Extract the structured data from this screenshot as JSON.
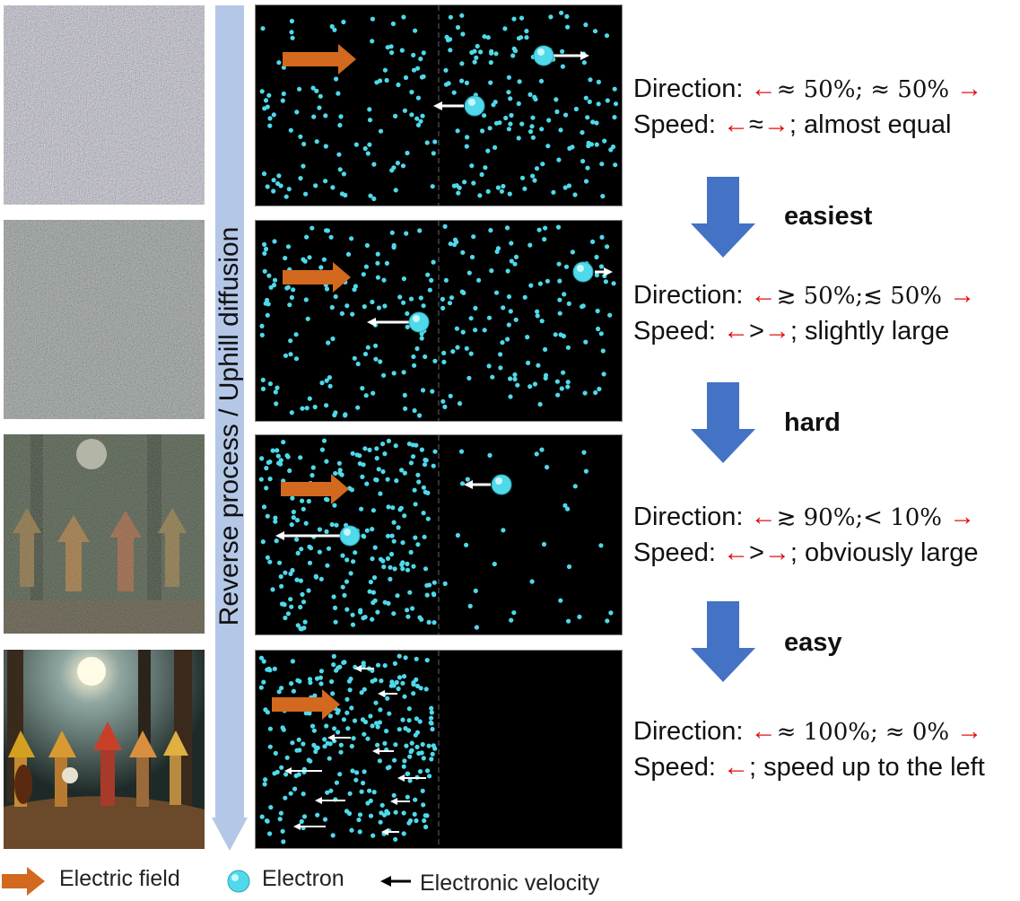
{
  "timeline": {
    "label": "Reverse process / Uphill diffusion"
  },
  "colors": {
    "field_arrow": "#d2691e",
    "process_arrow": "#4472c4",
    "timeline_bar": "#b4c7e7",
    "electron": "#4fd9ea",
    "red_text": "#e01010"
  },
  "stages": [
    {
      "direction_label": "Direction:",
      "direction_left": "≈ 50%",
      "sep": ";",
      "direction_right": "≈ 50%",
      "speed_label": "Speed:",
      "speed_relation": "≈",
      "speed_text": "; almost equal"
    },
    {
      "direction_label": "Direction:",
      "direction_left": "≳ 50%",
      "sep": ";",
      "direction_right": "≲ 50%",
      "speed_label": "Speed:",
      "speed_relation": ">",
      "speed_text": "; slightly large"
    },
    {
      "direction_label": "Direction:",
      "direction_left": "≳ 90%",
      "sep": ";",
      "direction_right": "< 10%",
      "speed_label": "Speed:",
      "speed_relation": ">",
      "speed_text": "; obviously large"
    },
    {
      "direction_label": "Direction:",
      "direction_left": "≈ 100%",
      "sep": ";",
      "direction_right": "≈ 0%",
      "speed_label": "Speed:",
      "speed_relation": "",
      "speed_text": "; speed up to the left"
    }
  ],
  "transitions": [
    "easiest",
    "hard",
    "easy"
  ],
  "legend": {
    "field": "Electric field",
    "electron": "Electron",
    "velocity": "Electronic velocity"
  }
}
